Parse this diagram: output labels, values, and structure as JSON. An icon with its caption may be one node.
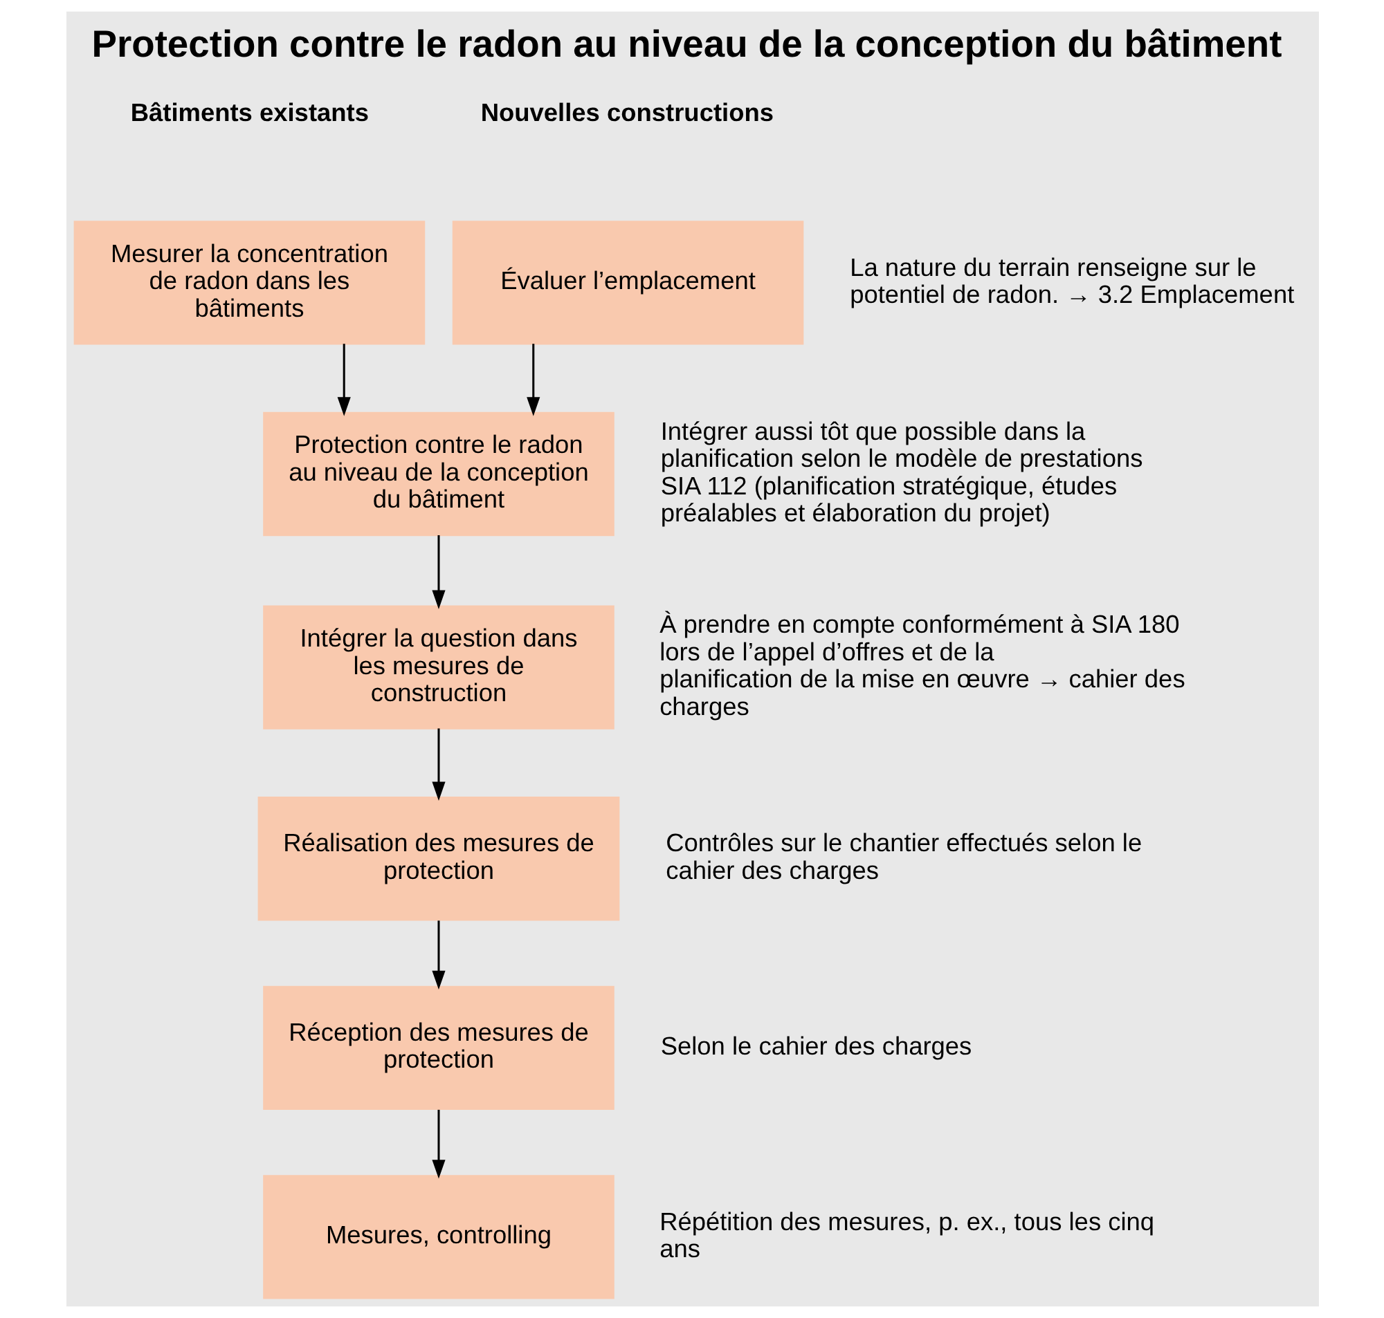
{
  "diagram": {
    "title": "Protection contre le radon au niveau de la conception du bâtiment",
    "nodes": [
      {
        "text": [
          "Mesurer la concentration de radon dans les bâtiments"
        ]
      },
      {
        "text": [
          "Évaluer l’emplacement"
        ],
        "beside": [
          "La nature du terrain renseigne sur le potentiel de radon. → 3.2 Emplacement"
        ]
      },
      {
        "text": [
          "Protection contre le radon au niveau de la conception du bâtiment"
        ],
        "beside": [
          "Intégrer aussi tôt que possible dans la planification selon le modèle de prestations SIA 112 (planification stratégique, études préalables et élaboration du projet)"
        ]
      },
      {
        "text": [
          "Intégrer la question dans les mesures de construction"
        ],
        "beside": [
          "À prendre en compte conformément à SIA 180 lors de l’appel d’offres et de la planification de la mise en œuvre → cahier des charges"
        ]
      },
      {
        "text": [
          "Réalisation des mesures de protection"
        ],
        "beside": [
          "Contrôles sur le chantier effectués selon le cahier des charges"
        ]
      },
      {
        "text": [
          "Réception des mesures de protection"
        ],
        "beside": [
          "Selon le cahier des charges"
        ]
      },
      {
        "text": [
          "Mesures, controlling"
        ],
        "beside": [
          "Répétition des mesures, p. ex., tous les cinq ans"
        ]
      }
    ],
    "edges": [
      {
        "from": 0,
        "to": 2,
        "arrow": "to"
      },
      {
        "from": 1,
        "to": 2,
        "arrow": "to"
      },
      {
        "from": 2,
        "to": 3,
        "arrow": "to"
      },
      {
        "from": 3,
        "to": 4,
        "arrow": "to"
      },
      {
        "from": 4,
        "to": 5,
        "arrow": "to"
      },
      {
        "from": 5,
        "to": 6,
        "arrow": "to"
      }
    ],
    "labels": [
      "Bâtiments existants",
      "Nouvelles constructions"
    ]
  }
}
